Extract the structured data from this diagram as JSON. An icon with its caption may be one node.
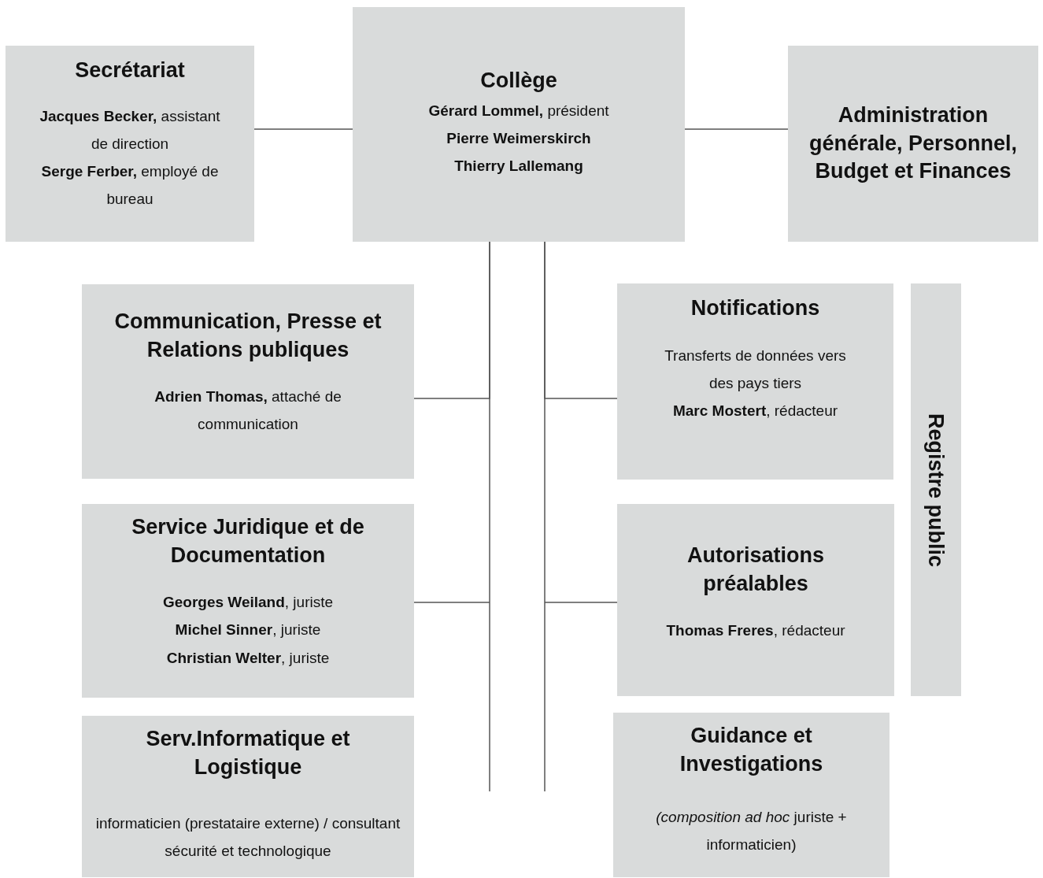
{
  "diagram": {
    "nodes": [
      {
        "text": [
          "Secrétariat",
          "**Jacques Becker,** assistant de direction",
          "**Serge Ferber,** employé de bureau"
        ]
      },
      {
        "text": [
          "Collège",
          "**Gérard Lommel,** président",
          "**Pierre Weimerskirch**",
          "**Thierry Lallemang**"
        ]
      },
      {
        "text": [
          "Administration générale, Personnel, Budget et Finances"
        ]
      },
      {
        "text": [
          "Communication, Presse et Relations publiques",
          "**Adrien Thomas,** attaché de communication"
        ]
      },
      {
        "text": [
          "Service Juridique et de Documentation",
          "**Georges Weiland**, juriste",
          "**Michel Sinner**, juriste",
          "**Christian Welter**, juriste"
        ]
      },
      {
        "text": [
          "Serv.Informatique et Logistique",
          "informaticien (prestataire externe) / consultant sécurité et technologique"
        ]
      },
      {
        "text": [
          "Notifications",
          "Transferts de données vers des pays tiers",
          "**Marc Mostert**, rédacteur"
        ]
      },
      {
        "text": [
          "Autorisations préalables",
          "**Thomas Freres**, rédacteur"
        ]
      },
      {
        "text": [
          "Guidance et Investigations",
          "*(composition ad hoc* juriste + informaticien)"
        ]
      },
      {
        "text": [
          "Registre public"
        ]
      }
    ],
    "edges": [
      {
        "from": 0,
        "to": 1,
        "arrow": "none"
      },
      {
        "from": 1,
        "to": 2,
        "arrow": "none"
      },
      {
        "from": 1,
        "to": 3,
        "arrow": "none"
      },
      {
        "from": 1,
        "to": 4,
        "arrow": "none"
      },
      {
        "from": 1,
        "to": 6,
        "arrow": "none"
      },
      {
        "from": 1,
        "to": 7,
        "arrow": "none"
      }
    ]
  }
}
